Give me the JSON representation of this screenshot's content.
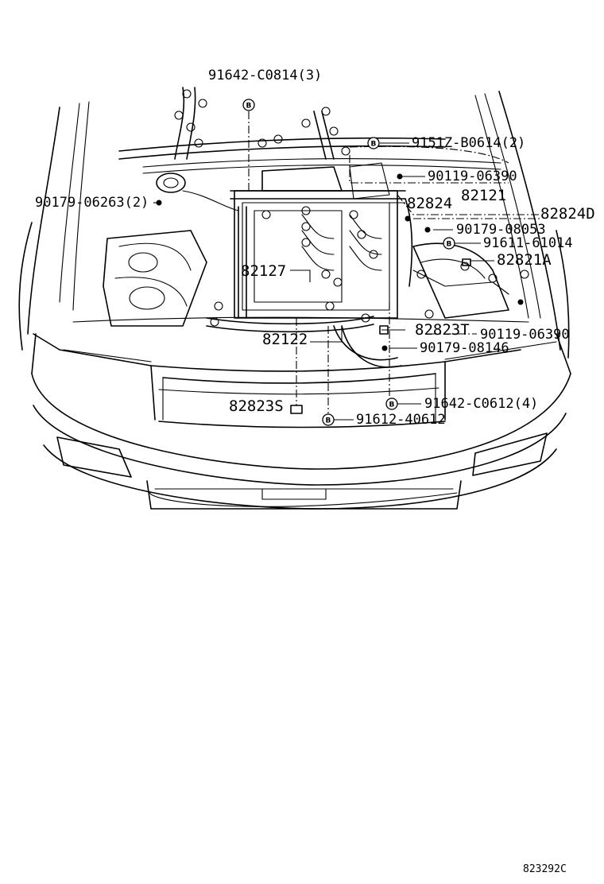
{
  "parts": {
    "p1": "91642-C0814(3)",
    "p2": "9151Z-B0614(2)",
    "p3": "90119-06390",
    "p4": "90179-06263(2)",
    "p5": "82824",
    "p6": "82121",
    "p7": "82824D",
    "p8": "90179-08053",
    "p9": "91611-61014",
    "p10": "82821A",
    "p11": "82127",
    "p12": "82823T",
    "p13": "90119-06390",
    "p14": "82122",
    "p15": "90179-08146",
    "p16": "91642-C0612(4)",
    "p17": "82823S",
    "p18": "91612-40612"
  },
  "bolt_marker": "B",
  "diagram_code": "823292C"
}
